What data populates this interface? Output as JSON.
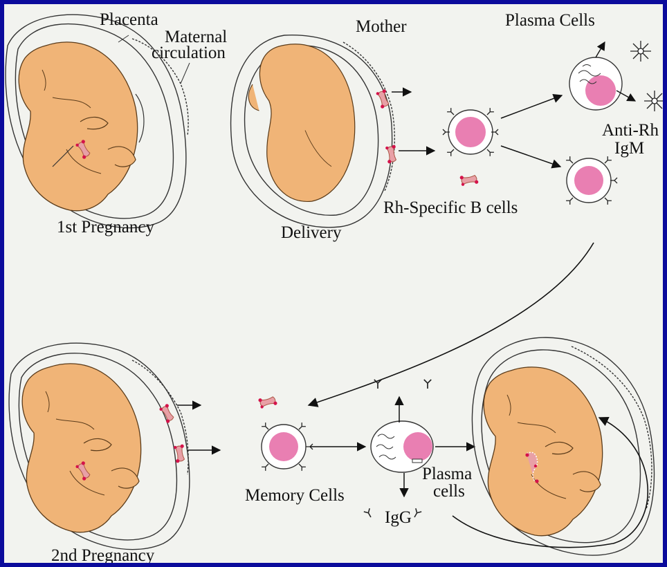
{
  "labels": {
    "placenta": "Placenta",
    "maternal_1": "Maternal",
    "maternal_2": "circulation",
    "mother": "Mother",
    "plasma_cells_top": "Plasma Cells",
    "anti_rh_1": "Anti-Rh",
    "anti_rh_2": "IgM",
    "first_pregnancy": "1st Pregnancy",
    "delivery": "Delivery",
    "rh_specific_b_cells": "Rh-Specific B cells",
    "memory_cells": "Memory Cells",
    "plasma_1": "Plasma",
    "plasma_2": "cells",
    "igg": "IgG",
    "second_pregnancy": "2nd Pregnancy"
  },
  "colors": {
    "border": "#0b0b9c",
    "background": "#f2f3ef",
    "fetus": "#f0b477",
    "nucleus": "#e97fb2",
    "rh_antigen": "#e8a0a6",
    "antigen_tip": "#d4134a",
    "ink": "#111111"
  }
}
